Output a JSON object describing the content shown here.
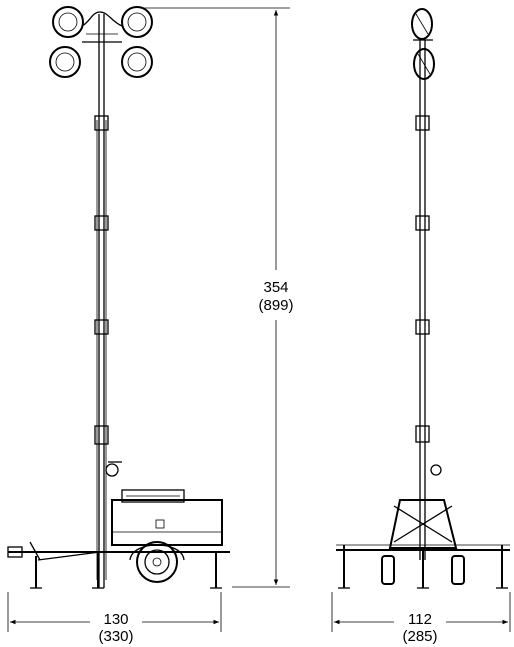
{
  "dimensions": {
    "height": {
      "value": "354",
      "metric": "(899)"
    },
    "length": {
      "value": "130",
      "metric": "(330)"
    },
    "width": {
      "value": "112",
      "metric": "(285)"
    }
  }
}
